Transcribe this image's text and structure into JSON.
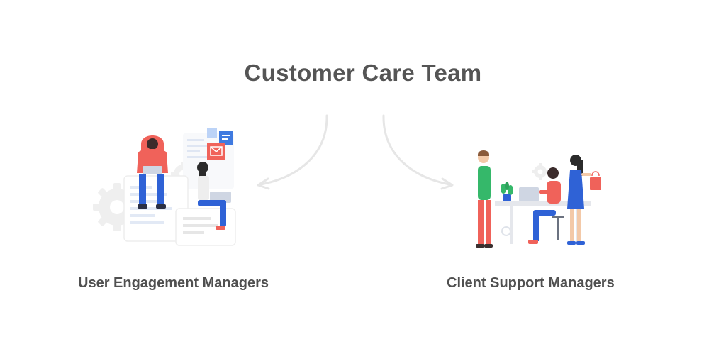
{
  "diagram": {
    "title": "Customer Care Team",
    "branches": [
      {
        "label": "User Engagement Managers"
      },
      {
        "label": "Client Support Managers"
      }
    ]
  },
  "colors": {
    "text": "#555555",
    "connector": "#e6e6e6",
    "accent_red": "#f0625a",
    "accent_blue": "#2f62d6",
    "accent_green": "#35b86a"
  }
}
